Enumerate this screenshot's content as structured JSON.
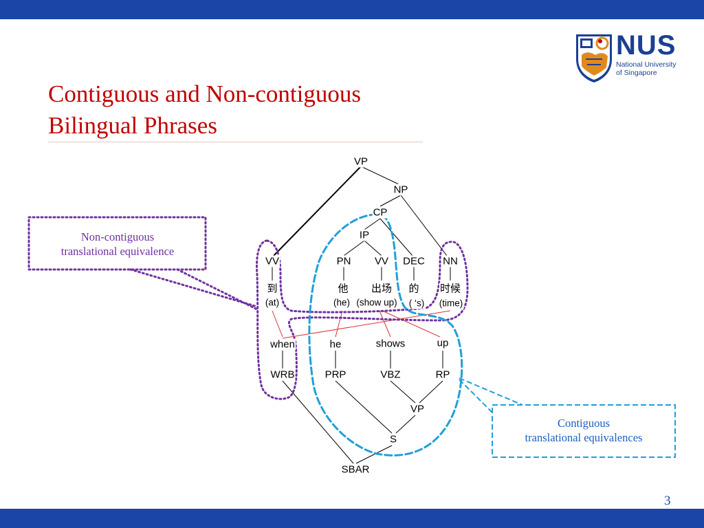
{
  "slide": {
    "title_line1": "Contiguous and Non-contiguous",
    "title_line2": "Bilingual Phrases",
    "page_number": "3"
  },
  "logo": {
    "wordmark": "NUS",
    "line1": "National University",
    "line2": "of Singapore"
  },
  "callouts": {
    "non_contiguous": [
      "Non-contiguous",
      "translational equivalence"
    ],
    "contiguous": [
      "Contiguous",
      "translational equivalences"
    ]
  },
  "tree": {
    "chinese": {
      "VP": "VP",
      "NP": "NP",
      "CP": "CP",
      "IP": "IP",
      "VV1": "VV",
      "PN": "PN",
      "VV2": "VV",
      "DEC": "DEC",
      "NN": "NN",
      "w_dao": "到",
      "w_ta": "他",
      "w_chuchang": "出场",
      "w_de": "的",
      "w_shihou": "时候",
      "g_at": "(at)",
      "g_he": "(he)",
      "g_showup": "(show up)",
      "g_s": "( ‘s)",
      "g_time": "(time)"
    },
    "english": {
      "when": "when",
      "he": "he",
      "shows": "shows",
      "up": "up",
      "WRB": "WRB",
      "PRP": "PRP",
      "VBZ": "VBZ",
      "RP": "RP",
      "VP": "VP",
      "S": "S",
      "SBAR": "SBAR"
    }
  },
  "colors": {
    "bar": "#1b46a8",
    "title": "#c00000",
    "non_contiguous": "#7030a0",
    "contiguous": "#1f9fd8",
    "alignment": "#e03030"
  }
}
